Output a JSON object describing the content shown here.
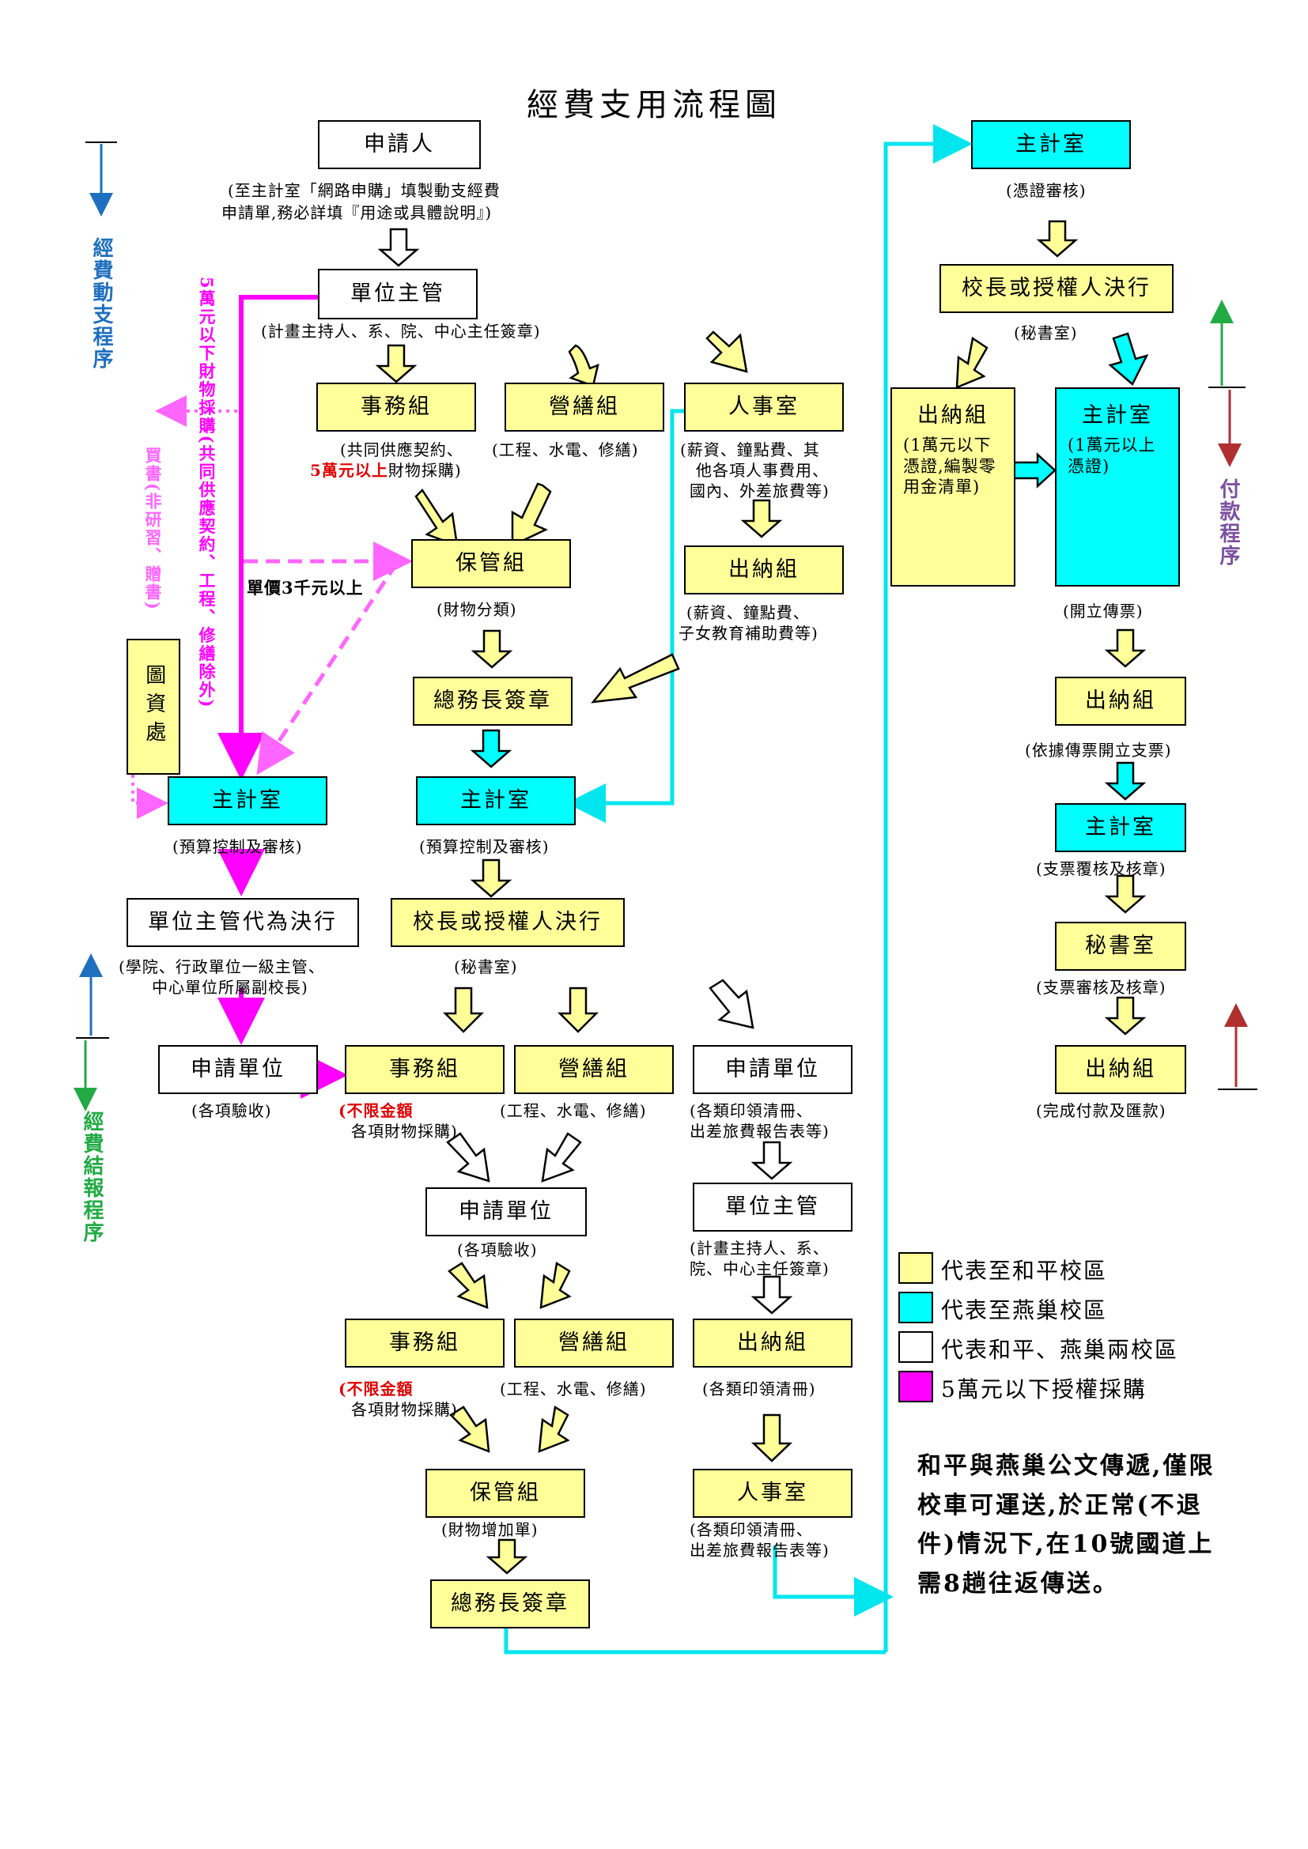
{
  "title": "經費支用流程圖",
  "colors": {
    "yellow": "#ffff99",
    "cyan": "#00ffff",
    "white": "#ffffff",
    "magenta": "#ff00ff",
    "pink_dashed": "#ff66ff",
    "cyan_line": "#00e5ee"
  },
  "side": {
    "left_top": "經費動支程序",
    "left_bottom": "經費結報程序",
    "right": "付款程序",
    "magenta_vertical": "5萬元以下財物採購(共同供應契約、工程、修繕除外)",
    "pink_vertical": "買書(非研習、贈書)",
    "unit_price": "單價3千元以上"
  },
  "nodes": {
    "applicant": "申請人",
    "unit_head": "單位主管",
    "affairs": "事務組",
    "construction": "營繕組",
    "personnel": "人事室",
    "custody": "保管組",
    "cashier_mid": "出納組",
    "general_affairs": "總務長簽章",
    "library": "圖資處",
    "accounting_left": "主計室",
    "accounting_mid": "主計室",
    "unit_head_decide": "單位主管代為決行",
    "president_mid": "校長或授權人決行",
    "applicant_unit_left": "申請單位",
    "affairs2": "事務組",
    "construction2": "營繕組",
    "applicant_unit_right": "申請單位",
    "applicant_unit_mid": "申請單位",
    "unit_head2": "單位主管",
    "affairs3": "事務組",
    "construction3": "營繕組",
    "cashier2": "出納組",
    "custody2": "保管組",
    "personnel2": "人事室",
    "general_affairs2": "總務長簽章",
    "accounting_top_right": "主計室",
    "president_right": "校長或授權人決行",
    "cashier_right": "出納組",
    "cashier_right_sub": "(1萬元以下憑證,編製零用金清單)",
    "accounting_right": "主計室",
    "accounting_right_sub": "(1萬元以上憑證)",
    "cashier_r2": "出納組",
    "accounting_r3": "主計室",
    "secretariat": "秘書室",
    "cashier_r4": "出納組"
  },
  "notes": {
    "applicant_1": "(至主計室「網路申購」填製動支經費",
    "applicant_2": "申請單,務必詳填『用途或具體說明』)",
    "unit_head": "(計畫主持人、系、院、中心主任簽章)",
    "affairs_1": "(共同供應契約、",
    "affairs_2_red": "5萬元以上",
    "affairs_2": "財物採購)",
    "construction": "(工程、水電、修繕)",
    "personnel_1": "(薪資、鐘點費、其",
    "personnel_2": "他各項人事費用、",
    "personnel_3": "國內、外差旅費等)",
    "custody": "(財物分類)",
    "cashier_mid_1": "(薪資、鐘點費、",
    "cashier_mid_2": "子女教育補助費等)",
    "acc_left": "(預算控制及審核)",
    "acc_mid": "(預算控制及審核)",
    "decide_1": "(學院、行政單位一級主管、",
    "decide_2": "中心單位所屬副校長)",
    "president_mid": "(秘書室)",
    "app_left": "(各項驗收)",
    "affairs2_red": "(不限金額",
    "affairs2_2": "各項財物採購)",
    "construction2": "(工程、水電、修繕)",
    "app_right_1": "(各類印領清冊、",
    "app_right_2": "出差旅費報告表等)",
    "app_mid": "(各項驗收)",
    "unit_head2_1": "(計畫主持人、系、",
    "unit_head2_2": "院、中心主任簽章)",
    "affairs3_red": "(不限金額",
    "affairs3_2": "各項財物採購)",
    "construction3": "(工程、水電、修繕)",
    "cashier2": "(各類印領清冊)",
    "custody2": "(財物增加單)",
    "personnel2_1": "(各類印領清冊、",
    "personnel2_2": "出差旅費報告表等)",
    "acc_top_right": "(憑證審核)",
    "president_right": "(秘書室)",
    "acc_right": "(開立傳票)",
    "cashier_r2": "(依據傳票開立支票)",
    "acc_r3": "(支票覆核及核章)",
    "secretariat": "(支票審核及核章)",
    "cashier_r4": "(完成付款及匯款)"
  },
  "legend": [
    {
      "color": "#ffff99",
      "label": "代表至和平校區"
    },
    {
      "color": "#00ffff",
      "label": "代表至燕巢校區"
    },
    {
      "color": "#ffffff",
      "label": "代表和平、燕巢兩校區"
    },
    {
      "color": "#ff00ff",
      "label": "5萬元以下授權採購"
    }
  ],
  "memo": "和平與燕巢公文傳遞,僅限校車可運送,於正常(不退件)情況下,在10號國道上需8趟往返傳送。"
}
